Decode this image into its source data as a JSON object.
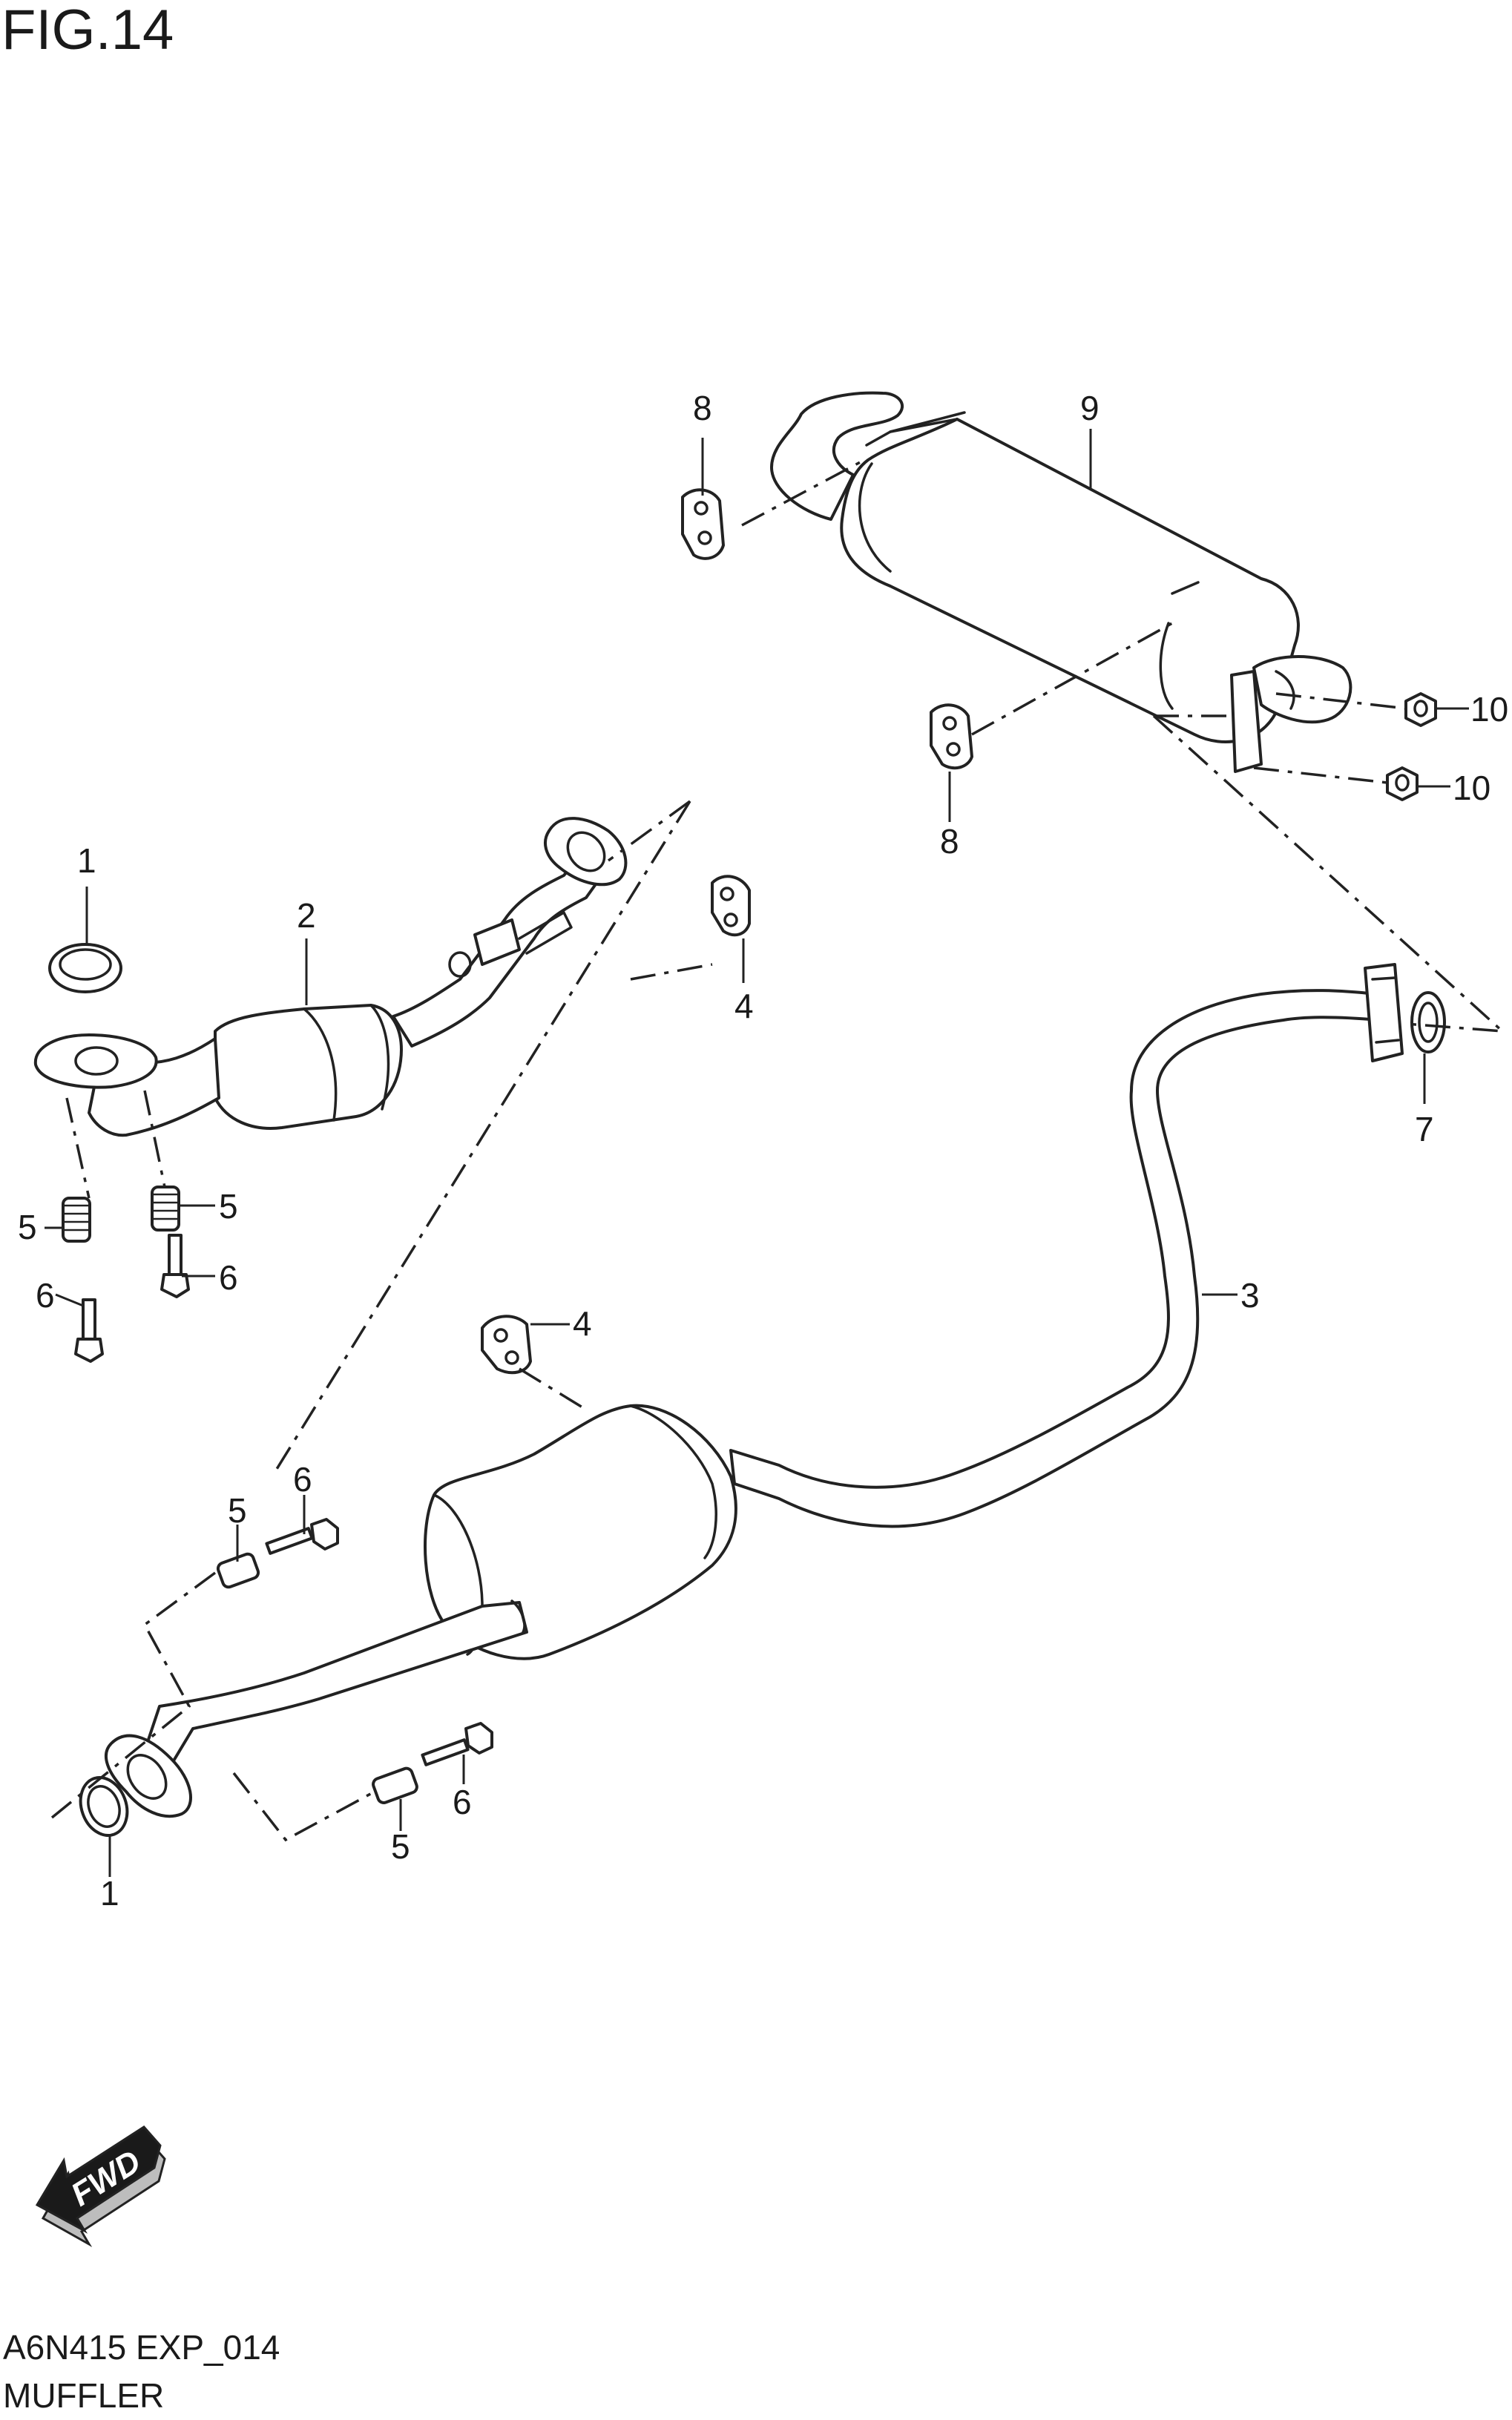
{
  "figure": {
    "title": "FIG.14"
  },
  "footer": {
    "code": "A6N415 EXP_014",
    "name": "MUFFLER"
  },
  "direction_arrow": {
    "label": "FWD",
    "icon": "fwd-arrow-icon"
  },
  "callouts": [
    {
      "id": "c1a",
      "text": "1"
    },
    {
      "id": "c1b",
      "text": "1"
    },
    {
      "id": "c2",
      "text": "2"
    },
    {
      "id": "c3",
      "text": "3"
    },
    {
      "id": "c4a",
      "text": "4"
    },
    {
      "id": "c4b",
      "text": "4"
    },
    {
      "id": "c5a",
      "text": "5"
    },
    {
      "id": "c5b",
      "text": "5"
    },
    {
      "id": "c5c",
      "text": "5"
    },
    {
      "id": "c5d",
      "text": "5"
    },
    {
      "id": "c6a",
      "text": "6"
    },
    {
      "id": "c6b",
      "text": "6"
    },
    {
      "id": "c6c",
      "text": "6"
    },
    {
      "id": "c6d",
      "text": "6"
    },
    {
      "id": "c7",
      "text": "7"
    },
    {
      "id": "c8a",
      "text": "8"
    },
    {
      "id": "c8b",
      "text": "8"
    },
    {
      "id": "c9",
      "text": "9"
    },
    {
      "id": "c10a",
      "text": "10"
    },
    {
      "id": "c10b",
      "text": "10"
    }
  ]
}
